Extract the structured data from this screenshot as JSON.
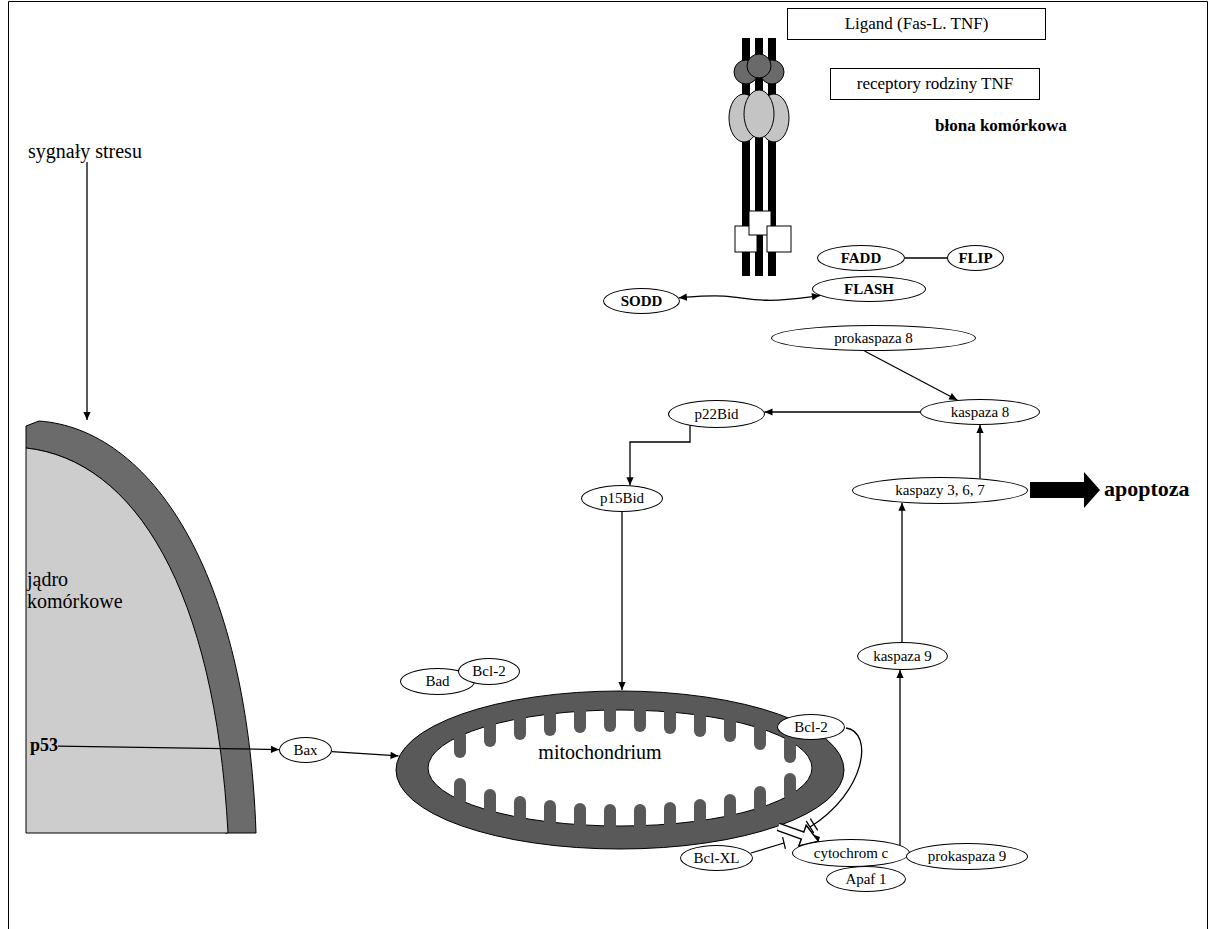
{
  "diagram": {
    "nodes": [
      {
        "text": [
          "Ligand (Fas-L. TNF)"
        ]
      },
      {
        "text": [
          "receptory rodziny TNF"
        ]
      },
      {
        "text": [
          "sygnały stresu"
        ]
      },
      {
        "text": [
          "FADD"
        ]
      },
      {
        "text": [
          "FLIP"
        ]
      },
      {
        "text": [
          "SODD"
        ]
      },
      {
        "text": [
          "FLASH"
        ]
      },
      {
        "text": [
          "prokaspaza 8"
        ]
      },
      {
        "text": [
          "p22Bid"
        ]
      },
      {
        "text": [
          "kaspaza 8"
        ]
      },
      {
        "text": [
          "p15Bid"
        ]
      },
      {
        "text": [
          "kaspazy 3, 6, 7"
        ]
      },
      {
        "text": [
          "jądro komórkowe"
        ]
      },
      {
        "text": [
          "p53"
        ],
        "in": 12
      },
      {
        "text": [
          "mitochondrium"
        ]
      },
      {
        "text": [
          "Bad"
        ]
      },
      {
        "text": [
          "Bcl-2"
        ]
      },
      {
        "text": [
          "Bcl-2"
        ]
      },
      {
        "text": [
          "kaspaza 9"
        ]
      },
      {
        "text": [
          "Bax"
        ]
      },
      {
        "text": [
          "Bcl-XL"
        ]
      },
      {
        "text": [
          "cytochrom c"
        ]
      },
      {
        "text": [
          "Apaf 1"
        ]
      },
      {
        "text": [
          "prokaspaza 9"
        ]
      }
    ],
    "edges": [
      {
        "from": 2,
        "to": 12,
        "arrow": "to"
      },
      {
        "from": 13,
        "to": 19,
        "arrow": "to"
      },
      {
        "from": 19,
        "to": 14,
        "arrow": "to"
      },
      {
        "from": 5,
        "to": 6,
        "arrow": "both"
      },
      {
        "from": 3,
        "to": 4,
        "arrow": "none"
      },
      {
        "from": 7,
        "to": 9,
        "arrow": "to"
      },
      {
        "from": 9,
        "to": 8,
        "arrow": "to"
      },
      {
        "from": 8,
        "to": 10,
        "arrow": "to"
      },
      {
        "from": 10,
        "to": 14,
        "arrow": "to"
      },
      {
        "from": 11,
        "to": 9,
        "arrow": "to"
      },
      {
        "from": 18,
        "to": 11,
        "arrow": "to"
      },
      {
        "from": 21,
        "to": 18,
        "arrow": "to"
      },
      {
        "from": 14,
        "to": 21,
        "arrow": "to"
      }
    ],
    "labels": [
      "błona komórkowa",
      "apoptoza"
    ]
  }
}
